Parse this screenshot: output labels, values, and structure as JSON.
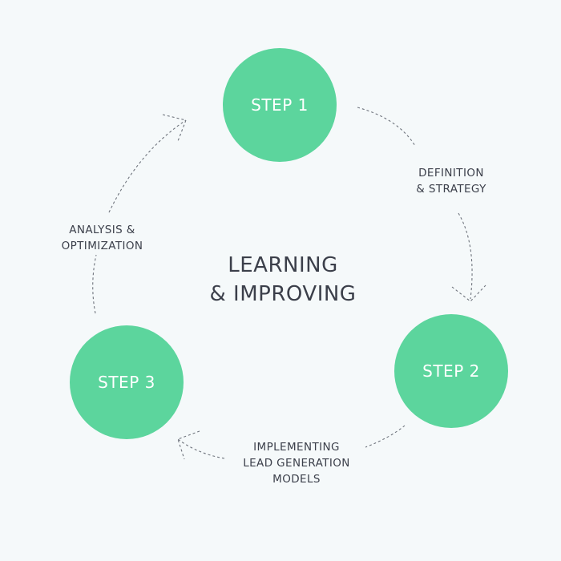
{
  "center": {
    "line1": "LEARNING",
    "line2": "& IMPROVING"
  },
  "steps": [
    {
      "label": "STEP 1"
    },
    {
      "label": "STEP 2"
    },
    {
      "label": "STEP 3"
    }
  ],
  "phases": {
    "definition": [
      "DEFINITION",
      "& STRATEGY"
    ],
    "implementing": [
      "IMPLEMENTING",
      "LEAD GENERATION",
      "MODELS"
    ],
    "analysis": [
      "ANALYSIS &",
      "OPTIMIZATION"
    ]
  },
  "colors": {
    "step_fill": "#5cd59d",
    "step_text": "#ffffff",
    "text": "#3b3f4a",
    "connector": "#6f747d",
    "background": "#f5f9fa"
  }
}
